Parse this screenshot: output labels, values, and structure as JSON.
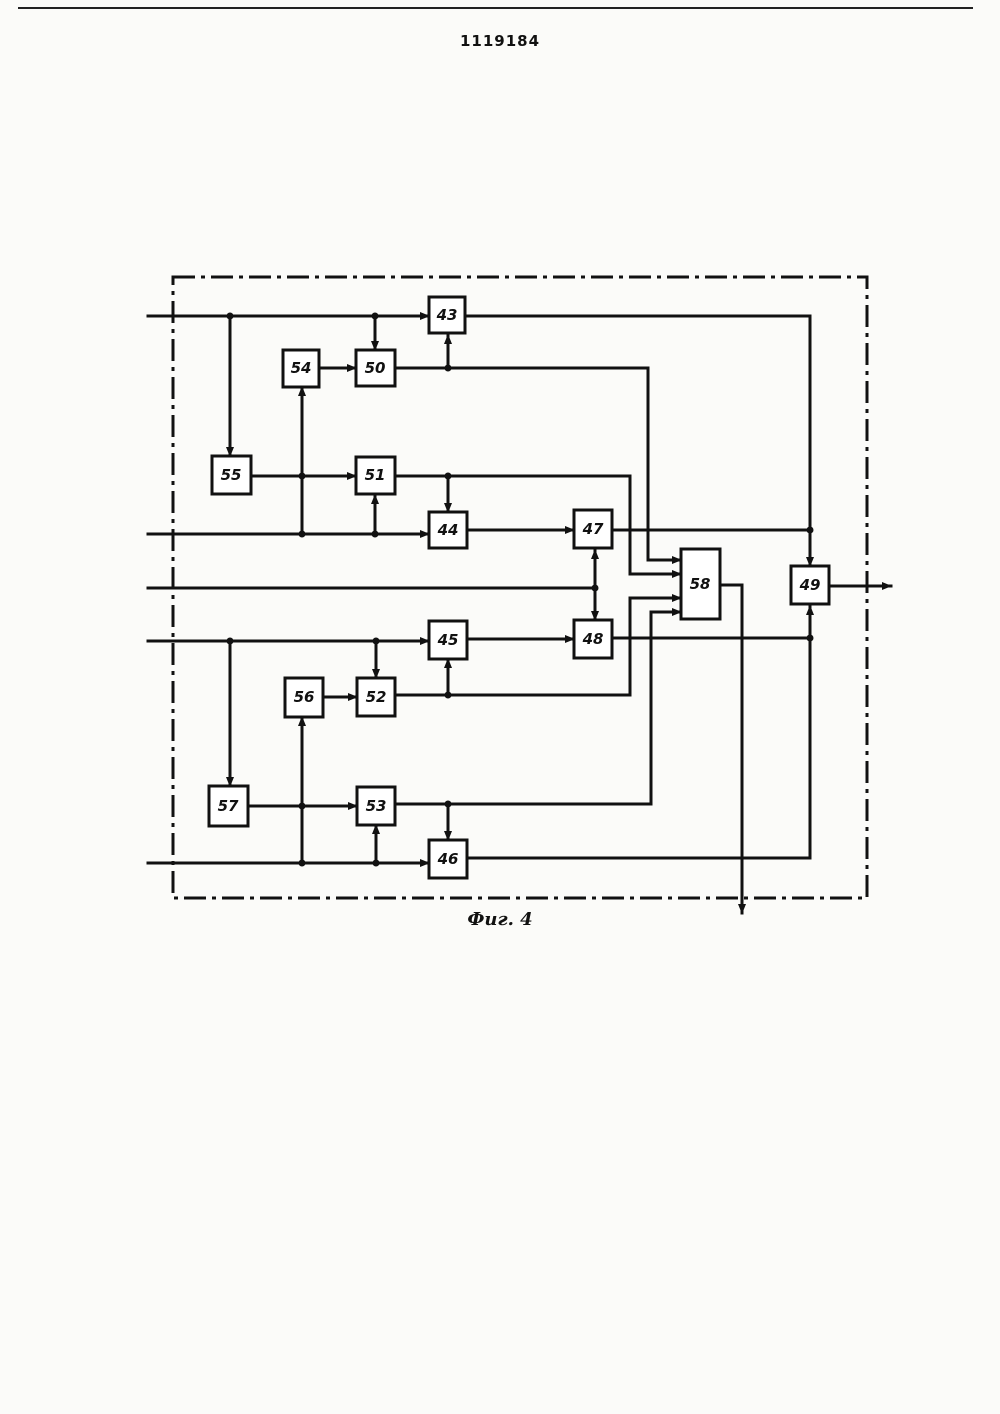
{
  "header": {
    "patent_number": "1119184"
  },
  "figure": {
    "caption": "Фиг. 4"
  },
  "blocks": [
    {
      "id": "43",
      "label": "43"
    },
    {
      "id": "44",
      "label": "44"
    },
    {
      "id": "45",
      "label": "45"
    },
    {
      "id": "46",
      "label": "46"
    },
    {
      "id": "47",
      "label": "47"
    },
    {
      "id": "48",
      "label": "48"
    },
    {
      "id": "49",
      "label": "49"
    },
    {
      "id": "50",
      "label": "50"
    },
    {
      "id": "51",
      "label": "51"
    },
    {
      "id": "52",
      "label": "52"
    },
    {
      "id": "53",
      "label": "53"
    },
    {
      "id": "54",
      "label": "54"
    },
    {
      "id": "55",
      "label": "55"
    },
    {
      "id": "56",
      "label": "56"
    },
    {
      "id": "57",
      "label": "57"
    },
    {
      "id": "58",
      "label": "58"
    }
  ]
}
